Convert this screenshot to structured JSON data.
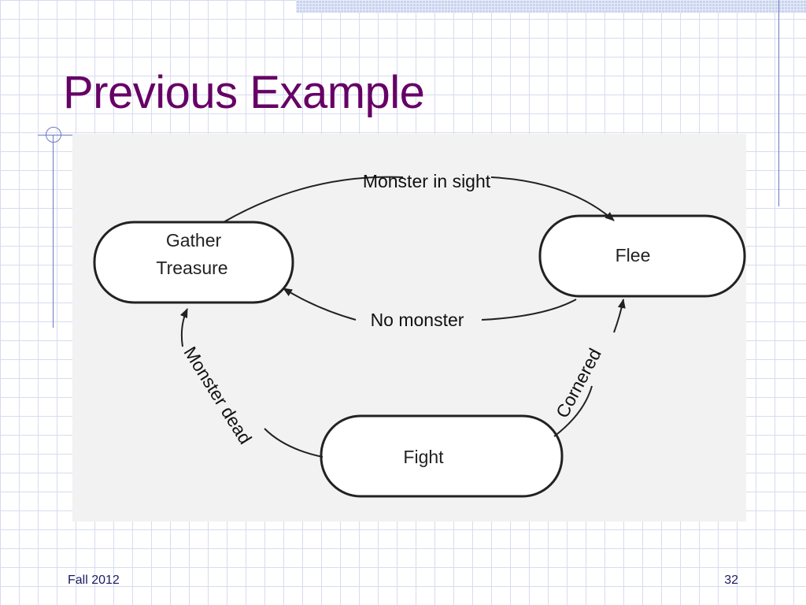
{
  "slide": {
    "title": "Previous Example",
    "footer_left": "Fall 2012",
    "page_number": "32",
    "title_color": "#660066"
  },
  "diagram": {
    "states": {
      "gather_line1": "Gather",
      "gather_line2": "Treasure",
      "flee": "Flee",
      "fight": "Fight"
    },
    "transitions": {
      "monster_in_sight": "Monster in sight",
      "no_monster": "No monster",
      "cornered": "Cornered",
      "monster_dead": "Monster dead"
    }
  }
}
